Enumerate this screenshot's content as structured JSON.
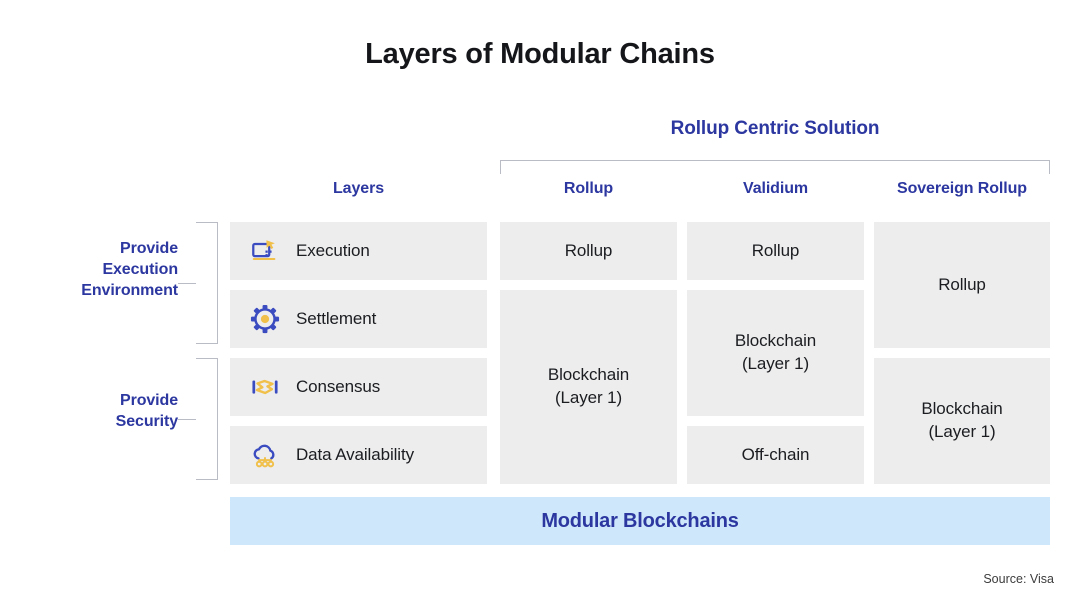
{
  "title": "Layers of Modular Chains",
  "solution_group": {
    "label": "Rollup Centric Solution"
  },
  "column_headers": {
    "layers": "Layers",
    "rollup": "Rollup",
    "validium": "Validium",
    "sovereign_rollup": "Sovereign Rollup"
  },
  "groups": [
    {
      "label": "Provide\nExecution\nEnvironment",
      "rows": [
        0,
        1
      ]
    },
    {
      "label": "Provide\nSecurity",
      "rows": [
        2,
        3
      ]
    }
  ],
  "layers": [
    {
      "name": "Execution",
      "icon": "monitor-cursor-icon"
    },
    {
      "name": "Settlement",
      "icon": "gear-icon"
    },
    {
      "name": "Consensus",
      "icon": "handshake-icon"
    },
    {
      "name": "Data Availability",
      "icon": "cloud-nodes-icon"
    }
  ],
  "matrix": {
    "rollup": [
      {
        "text": "Rollup",
        "span": 1
      },
      {
        "text": "Blockchain\n(Layer 1)",
        "span": 3
      }
    ],
    "validium": [
      {
        "text": "Rollup",
        "span": 1
      },
      {
        "text": "Blockchain\n(Layer 1)",
        "span": 2
      },
      {
        "text": "Off-chain",
        "span": 1
      }
    ],
    "sovereign_rollup": [
      {
        "text": "Rollup",
        "span": 2
      },
      {
        "text": "Blockchain\n(Layer 1)",
        "span": 2
      }
    ]
  },
  "footer": {
    "label": "Modular Blockchains",
    "source": "Source: Visa"
  },
  "colors": {
    "accent_blue": "#2c37a0",
    "cell_gray": "#ededed",
    "footer_blue": "#cfe7fa",
    "bracket_gray": "#b9bcc4",
    "icon_blue": "#3b4bc0",
    "icon_yellow": "#f0c04a",
    "title_black": "#14161a"
  }
}
